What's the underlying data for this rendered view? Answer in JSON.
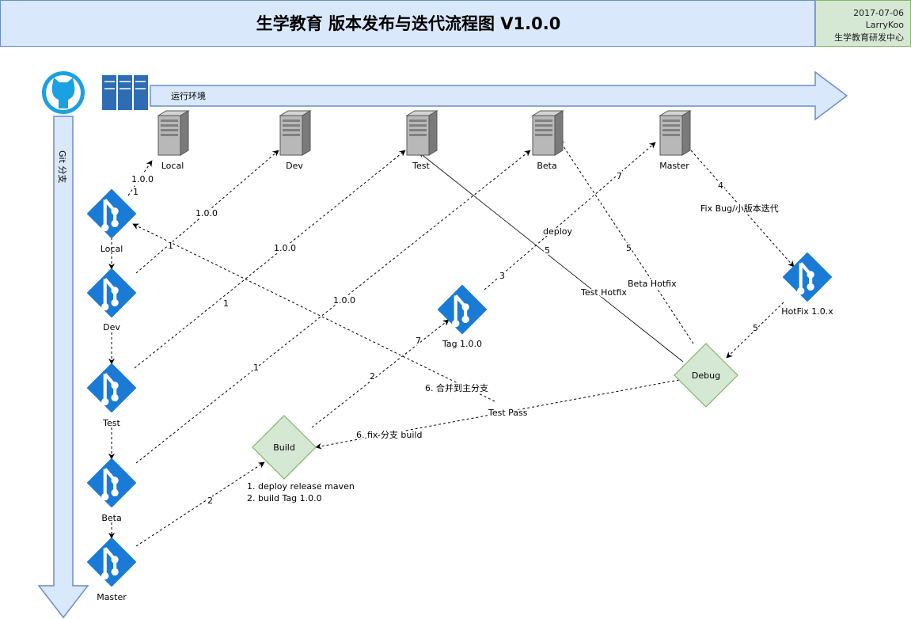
{
  "header": {
    "title": "生学教育 版本发布与迭代流程图 V1.0.0",
    "date": "2017-07-06",
    "author": "LarryKoo",
    "org": "生学教育研发中心"
  },
  "env_arrow_label": "运行环境",
  "git_arrow_label": "Git 分支",
  "servers": [
    {
      "label": "Local"
    },
    {
      "label": "Dev"
    },
    {
      "label": "Test"
    },
    {
      "label": "Beta"
    },
    {
      "label": "Master"
    }
  ],
  "branches": [
    {
      "label": "Local"
    },
    {
      "label": "Dev"
    },
    {
      "label": "Test"
    },
    {
      "label": "Beta"
    },
    {
      "label": "Master"
    }
  ],
  "tag_node": {
    "label": "Tag 1.0.0"
  },
  "hotfix_node": {
    "label": "HotFix 1.0.x"
  },
  "build_node": {
    "label": "Build"
  },
  "debug_node": {
    "label": "Debug"
  },
  "build_notes": [
    "1. deploy release maven",
    "2. build Tag 1.0.0"
  ],
  "edge_labels": {
    "deploy_version": "1.0.0",
    "step_1": "1",
    "step_2": "2",
    "step_3": "3",
    "step_4": "4.",
    "step_5": "5",
    "step_7": "7",
    "deploy": "deploy",
    "fix_bug": "Fix Bug/小版本迭代",
    "test_hotfix": "Test Hotfix",
    "beta_hotfix": "Beta Hotfix",
    "merge_main": "6. 合并到主分支",
    "test_pass": "Test Pass",
    "fix_build": "6. fix 分支 build"
  },
  "colors": {
    "arrow_fill": "#dae8fc",
    "arrow_stroke": "#6c8ebf",
    "git_blue": "#1a7bd6",
    "diamond_fill": "#d5e8d4",
    "diamond_stroke": "#82b366",
    "server_gray": "#9e9e9e",
    "github_cyan": "#1ba1e2"
  }
}
